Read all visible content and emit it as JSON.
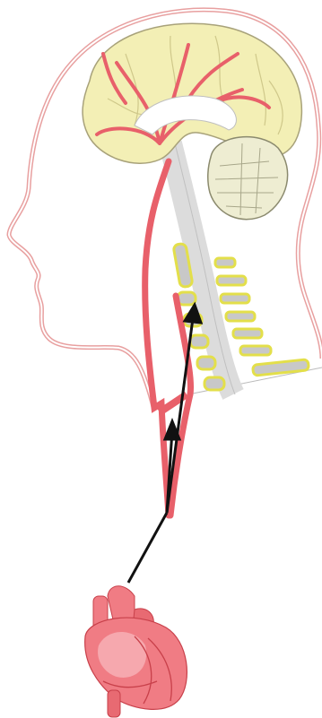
{
  "diagram": {
    "description_visible_text": "",
    "parts": {
      "head": "head-outline",
      "brain": "brain",
      "cerebellum": "cerebellum",
      "spine": "cervical-vertebrae",
      "artery": "carotid-artery",
      "heart": "heart"
    },
    "colors": {
      "head_outline": "#e8a0a0",
      "brain_fill": "#f3efb5",
      "brain_stroke": "#a8a27a",
      "artery": "#e8606a",
      "artery_dark": "#c8404a",
      "vertebra_fill": "#c8c8c8",
      "vertebra_stroke": "#e3df4a",
      "heart_fill": "#f07c84",
      "heart_dark": "#d85b64",
      "arrow": "#111111"
    },
    "arrows": 3
  }
}
